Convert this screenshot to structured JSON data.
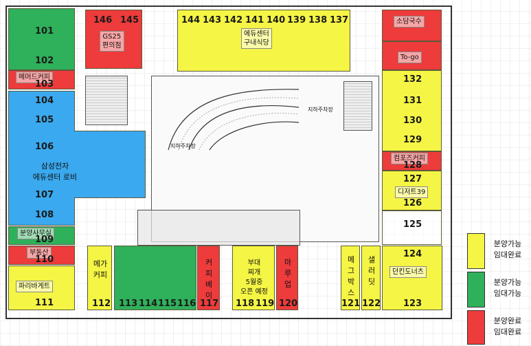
{
  "units": {
    "u101": {
      "num": "101"
    },
    "u102": {
      "num": "102"
    },
    "u103": {
      "num": "103",
      "name": "메머드커피"
    },
    "u104": {
      "num": "104"
    },
    "u105": {
      "num": "105"
    },
    "u106": {
      "num": "106"
    },
    "u107": {
      "num": "107"
    },
    "u108": {
      "num": "108"
    },
    "lobby": {
      "line1": "삼성전자",
      "line2": "에듀센터 로비"
    },
    "u109": {
      "num": "109",
      "name": "분양사무실"
    },
    "u110": {
      "num": "110",
      "name": "부동산"
    },
    "u111": {
      "num": "111",
      "name": "파리바게트"
    },
    "u112": {
      "num": "112",
      "name": "메가커피"
    },
    "u113": {
      "num": "113"
    },
    "u114": {
      "num": "114"
    },
    "u115": {
      "num": "115"
    },
    "u116": {
      "num": "116"
    },
    "u117": {
      "num": "117",
      "name": "커피베이"
    },
    "u118": {
      "num": "118"
    },
    "u119": {
      "num": "119"
    },
    "u118_name": {
      "line1": "부대",
      "line2": "찌개",
      "line3": "5월중",
      "line4": "오픈 예정"
    },
    "u120": {
      "num": "120",
      "name": "마루업"
    },
    "u121": {
      "num": "121",
      "name": "메그박스"
    },
    "u122": {
      "num": "122",
      "name": "샐러딧"
    },
    "u123": {
      "num": "123",
      "name": "던킨도너츠"
    },
    "u124": {
      "num": "124"
    },
    "u125": {
      "num": "125"
    },
    "u126": {
      "num": "126"
    },
    "u127": {
      "num": "127",
      "name": "디저트39"
    },
    "u128": {
      "num": "128",
      "name": "컴포즈커피"
    },
    "u129": {
      "num": "129"
    },
    "u130": {
      "num": "130"
    },
    "u131": {
      "num": "131"
    },
    "u132": {
      "num": "132"
    },
    "togo": {
      "name": "To-go"
    },
    "sodam": {
      "name": "소담국수"
    },
    "u137": {
      "num": "137"
    },
    "u138": {
      "num": "138"
    },
    "u139": {
      "num": "139"
    },
    "u140": {
      "num": "140"
    },
    "u141": {
      "num": "141"
    },
    "u142": {
      "num": "142"
    },
    "u143": {
      "num": "143"
    },
    "u144": {
      "num": "144"
    },
    "cafeteria": {
      "line1": "에듀센터",
      "line2": "구내식당"
    },
    "u145": {
      "num": "145"
    },
    "u146": {
      "num": "146"
    },
    "gs25": {
      "line1": "GS25",
      "line2": "편의점"
    }
  },
  "plan_labels": {
    "ramp_in": "지하주차장",
    "ramp_out": "지하주차장"
  },
  "legend": [
    {
      "line1": "분양가능",
      "line2": "임대완료",
      "color": "#f5f545"
    },
    {
      "line1": "분양가능",
      "line2": "임대가능",
      "color": "#2fb05a"
    },
    {
      "line1": "분양완료",
      "line2": "임대완료",
      "color": "#ee3b3b"
    }
  ]
}
